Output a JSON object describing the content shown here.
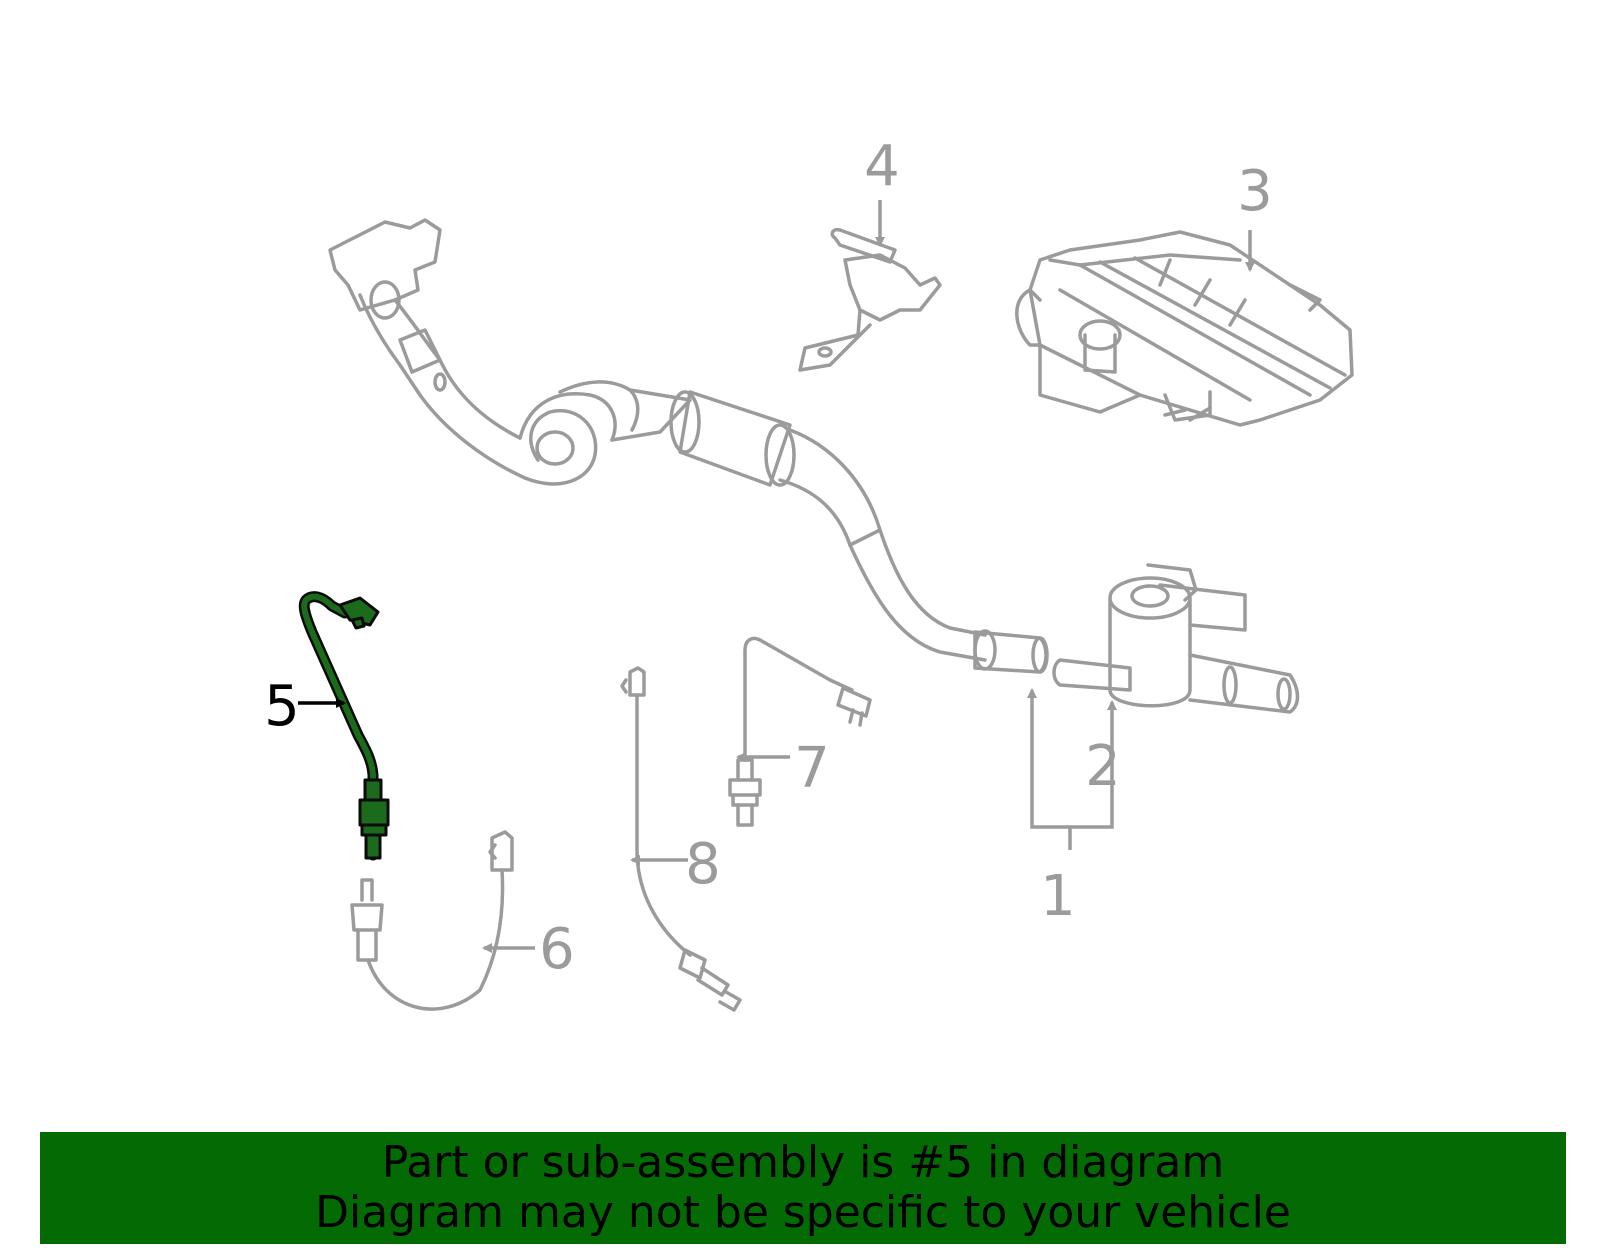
{
  "callouts": {
    "c1": "1",
    "c2": "2",
    "c3": "3",
    "c4": "4",
    "c5": "5",
    "c6": "6",
    "c7": "7",
    "c8": "8"
  },
  "highlighted_part": "5",
  "colors": {
    "highlight": "#1c6a1c",
    "banner": "#036a04",
    "line_art": "#9b9b9b"
  },
  "banner": {
    "line1": "Part or sub-assembly is #5 in diagram",
    "line2": "Diagram may not be specific to your vehicle"
  }
}
